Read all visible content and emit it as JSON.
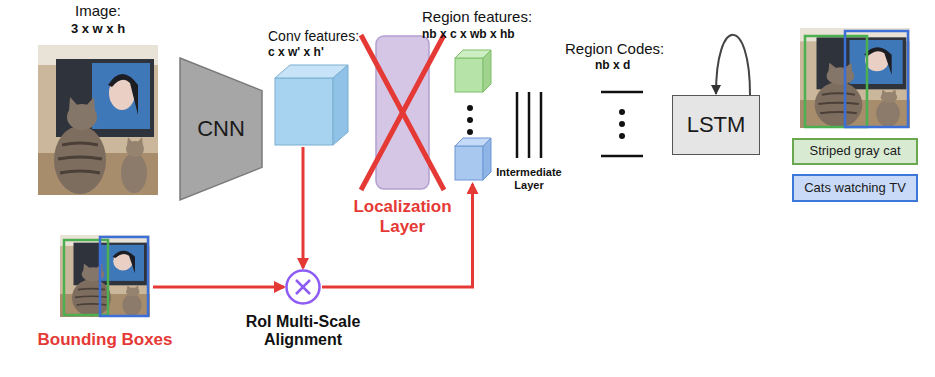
{
  "diagram": {
    "nodes": [
      {
        "text": [
          "Image:",
          "3 x w x h"
        ]
      },
      {
        "text": [
          "CNN"
        ]
      },
      {
        "text": [
          "Conv features:",
          "c x w' x h'"
        ]
      },
      {
        "text": [
          "Localization Layer"
        ]
      },
      {
        "text": [
          "Region features:",
          "nb x c x wb x hb"
        ]
      },
      {
        "text": [
          "Intermediate Layer"
        ]
      },
      {
        "text": [
          "Region Codes:",
          "nb x d"
        ]
      },
      {
        "text": [
          "LSTM"
        ]
      },
      {
        "text": [
          "Striped gray cat"
        ]
      },
      {
        "text": [
          "Cats watching TV"
        ]
      },
      {
        "text": [
          "Bounding Boxes"
        ]
      },
      {
        "text": [
          "RoI Multi-Scale Alignment"
        ]
      }
    ],
    "edges": [
      {
        "from": 10,
        "to": 11,
        "arrow": "to"
      },
      {
        "from": 2,
        "to": 11,
        "arrow": "to"
      },
      {
        "from": 11,
        "to": 4,
        "arrow": "to"
      },
      {
        "from": 7,
        "to": 7,
        "arrow": "to"
      }
    ]
  }
}
